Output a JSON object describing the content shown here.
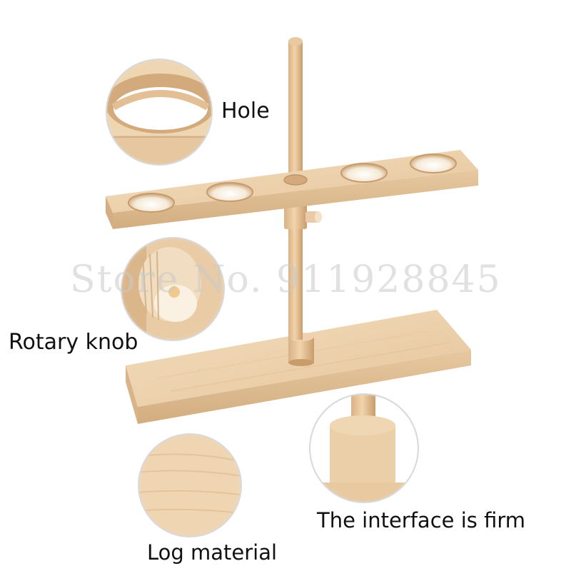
{
  "labels": {
    "hole": "Hole",
    "rotary_knob": "Rotary knob",
    "interface": "The interface is firm",
    "log_material": "Log material"
  },
  "watermark": "Store No. 911928845",
  "colors": {
    "wood_light": "#f0d7b4",
    "wood_mid": "#e3c196",
    "wood_dark": "#c9a073",
    "background": "#ffffff"
  }
}
